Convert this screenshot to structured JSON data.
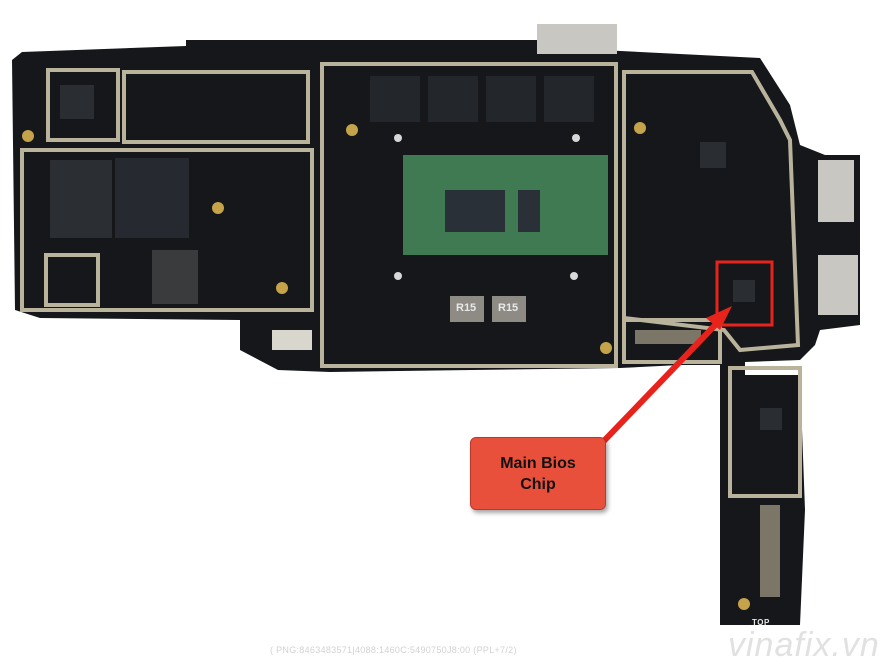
{
  "callout": {
    "line1": "Main Bios",
    "line2": "Chip"
  },
  "board": {
    "inductor_label_1": "R15",
    "inductor_label_2": "R15",
    "edge_label": "TOP"
  },
  "watermark": "vinafix.vn",
  "part_number_text": "( PNG:8463483571|4088:1460C:5490750J8:00 (PPL+7/2)",
  "colors": {
    "pcb": "#15171a",
    "shield": "#b9b39c",
    "callout_fill": "#e8503c",
    "highlight_box": "#e8231c"
  }
}
